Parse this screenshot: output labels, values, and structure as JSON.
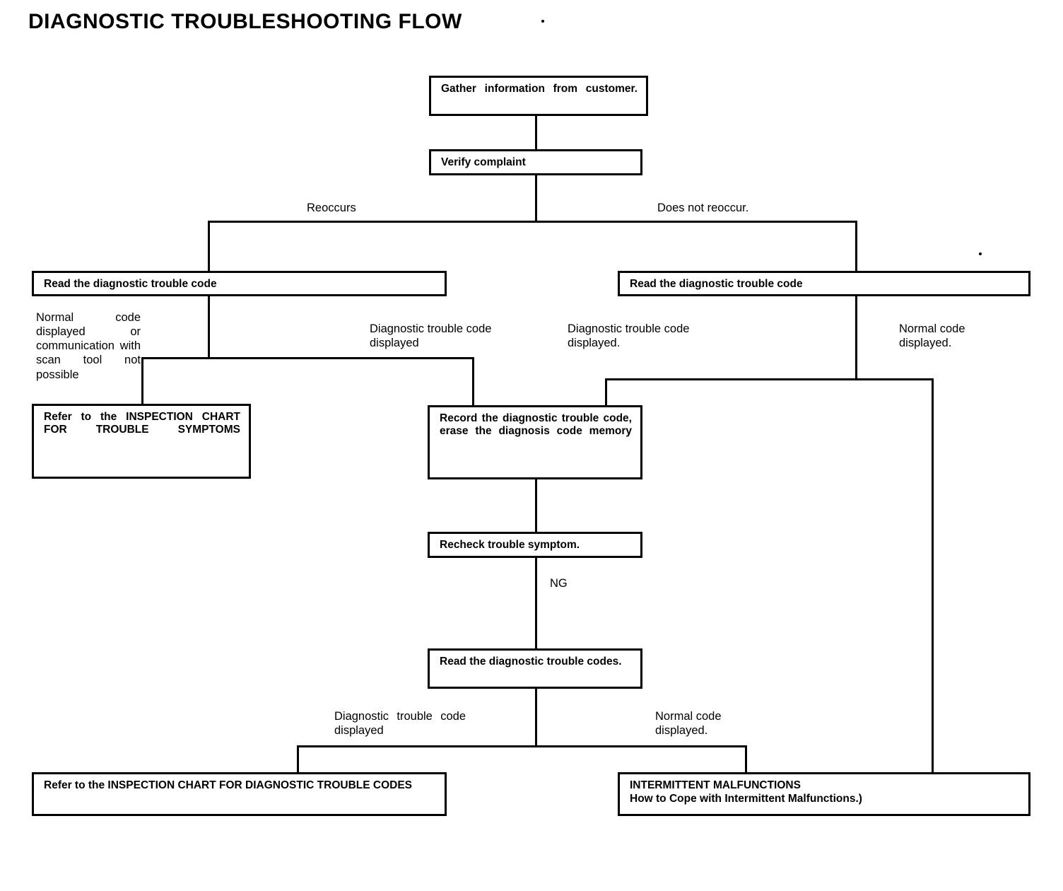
{
  "page": {
    "title": "DIAGNOSTIC TROUBLESHOOTING FLOW",
    "background_color": "#ffffff",
    "line_color": "#000000"
  },
  "nodes": {
    "gather_info": "Gather information from customer.",
    "verify_complaint": "Verify complaint",
    "read_dtc_left": "Read the diagnostic trouble code",
    "read_dtc_right": "Read the diagnostic trouble code",
    "refer_inspection_symptoms": "Refer to the INSPECTION CHART FOR TROUBLE SYMPTOMS",
    "record_erase": "Record the diagnostic trouble code, erase the diagnosis code memory",
    "recheck_symptom": "Recheck trouble symptom.",
    "read_dtc_codes": "Read the diagnostic trouble codes.",
    "refer_inspection_codes": "Refer to the INSPECTION CHART FOR DIAGNOSTIC TROUBLE CODES",
    "intermittent_line1": "INTERMITTENT MALFUNCTIONS",
    "intermittent_line2": "How to Cope with Intermittent Malfunctions.)"
  },
  "edge_labels": {
    "reoccurs": "Reoccurs",
    "does_not_reoccur": "Does not reoccur.",
    "normal_or_no_comm": "Normal code displayed or communication with scan tool not possible",
    "dtc_displayed_left": "Diagnostic trouble code displayed",
    "dtc_displayed_right": "Diagnostic trouble code displayed.",
    "normal_displayed_right": "Normal code displayed.",
    "ng": "NG",
    "dtc_displayed_bottom": "Diagnostic trouble code displayed",
    "normal_displayed_bottom": "Normal code displayed."
  }
}
